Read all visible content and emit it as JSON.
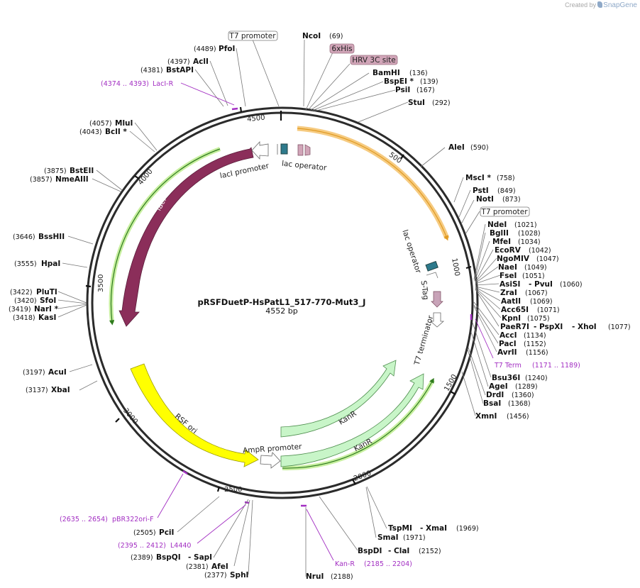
{
  "credit": {
    "text": "Created by",
    "brand": "SnapGene"
  },
  "plasmid": {
    "name": "pRSFDuetP-HsPatL1_517-770-Mut3_J",
    "size": "4552 bp"
  },
  "ticks": [
    "500",
    "1000",
    "1500",
    "2000",
    "2500",
    "3000",
    "3500",
    "4000",
    "4500"
  ],
  "features": {
    "lacI": "lacI",
    "lacI_promoter": "lacI promoter",
    "lac_operator_top": "lac operator",
    "lac_operator_right": "lac operator",
    "s_tag": "S-Tag",
    "t7_terminator": "T7 terminator",
    "kanr_outer": "KanR",
    "kanr_inner": "KanR",
    "ampr_promoter": "AmpR promoter",
    "rsf_ori": "RSF ori"
  },
  "boxed": {
    "t7_promoter_top": "T7 promoter",
    "t7_promoter_right": "T7 promoter",
    "his6": "6xHis",
    "hrv3c": "HRV 3C site"
  },
  "sites": {
    "ncoi": {
      "name": "NcoI",
      "pos": "(69)"
    },
    "bamhi": {
      "name": "BamHI",
      "pos": "(136)"
    },
    "bspei": {
      "name": "BspEI *",
      "pos": "(139)"
    },
    "psii": {
      "name": "PsiI",
      "pos": "(167)"
    },
    "stui": {
      "name": "StuI",
      "pos": "(292)"
    },
    "alei": {
      "name": "AleI",
      "pos": "(590)"
    },
    "msci": {
      "name": "MscI *",
      "pos": "(758)"
    },
    "psti": {
      "name": "PstI",
      "pos": "(849)"
    },
    "noti": {
      "name": "NotI",
      "pos": "(873)"
    },
    "ndei": {
      "name": "NdeI",
      "pos": "(1021)"
    },
    "bglii": {
      "name": "BglII",
      "pos": "(1028)"
    },
    "mfei": {
      "name": "MfeI",
      "pos": "(1034)"
    },
    "ecorv": {
      "name": "EcoRV",
      "pos": "(1042)"
    },
    "ngomiv": {
      "name": "NgoMIV",
      "pos": "(1047)"
    },
    "naei": {
      "name": "NaeI",
      "pos": "(1049)"
    },
    "fsei": {
      "name": "FseI",
      "pos": "(1051)"
    },
    "asisi": {
      "name": "AsiSI",
      "name2": "- PvuI",
      "pos": "(1060)"
    },
    "zrai": {
      "name": "ZraI",
      "pos": "(1067)"
    },
    "aatii": {
      "name": "AatII",
      "pos": "(1069)"
    },
    "acc65i": {
      "name": "Acc65I",
      "pos": "(1071)"
    },
    "kpni": {
      "name": "KpnI",
      "pos": "(1075)"
    },
    "paer7i": {
      "name": "PaeR7I",
      "name2": "- PspXI",
      "name3": "- XhoI",
      "pos": "(1077)"
    },
    "acci": {
      "name": "AccI",
      "pos": "(1134)"
    },
    "paci": {
      "name": "PacI",
      "pos": "(1152)"
    },
    "avrii": {
      "name": "AvrII",
      "pos": "(1156)"
    },
    "bsu36i": {
      "name": "Bsu36I",
      "pos": "(1240)"
    },
    "agei": {
      "name": "AgeI",
      "pos": "(1289)"
    },
    "drdi": {
      "name": "DrdI",
      "pos": "(1360)"
    },
    "bsai": {
      "name": "BsaI",
      "pos": "(1368)"
    },
    "xmni": {
      "name": "XmnI",
      "pos": "(1456)"
    },
    "tspmi": {
      "name": "TspMI",
      "name2": "- XmaI",
      "pos": "(1969)"
    },
    "smai": {
      "name": "SmaI",
      "pos": "(1971)"
    },
    "bspdi": {
      "name": "BspDI",
      "name2": "- ClaI",
      "pos": "(2152)"
    },
    "nrui": {
      "name": "NruI",
      "pos": "(2188)"
    },
    "sphi": {
      "name": "SphI",
      "pos": "(2377)"
    },
    "afei": {
      "name": "AfeI",
      "pos": "(2381)"
    },
    "bspqi": {
      "name": "BspQI",
      "name2": "- SapI",
      "pos": "(2389)"
    },
    "pcii": {
      "name": "PciI",
      "pos": "(2505)"
    },
    "xbai": {
      "name": "XbaI",
      "pos": "(3137)"
    },
    "acui": {
      "name": "AcuI",
      "pos": "(3197)"
    },
    "kasi": {
      "name": "KasI",
      "pos": "(3418)"
    },
    "nari": {
      "name": "NarI *",
      "pos": "(3419)"
    },
    "sfoi": {
      "name": "SfoI",
      "pos": "(3420)"
    },
    "pluti": {
      "name": "PluTI",
      "pos": "(3422)"
    },
    "hpai": {
      "name": "HpaI",
      "pos": "(3555)"
    },
    "bsshii": {
      "name": "BssHII",
      "pos": "(3646)"
    },
    "nmeaiii": {
      "name": "NmeAIII",
      "pos": "(3857)"
    },
    "bsteii": {
      "name": "BstEII",
      "pos": "(3875)"
    },
    "bcli": {
      "name": "BclI *",
      "pos": "(4043)"
    },
    "mlui": {
      "name": "MluI",
      "pos": "(4057)"
    },
    "bstapi": {
      "name": "BstAPI",
      "pos": "(4381)"
    },
    "acli": {
      "name": "AclI",
      "pos": "(4397)"
    },
    "pfoi": {
      "name": "PfoI",
      "pos": "(4489)"
    }
  },
  "primers": {
    "laci_r": {
      "range": "(4374 .. 4393)",
      "name": "LacI-R"
    },
    "t7_term": {
      "name": "T7 Term",
      "range": "(1171 .. 1189)"
    },
    "kan_r": {
      "name": "Kan-R",
      "range": "(2185 .. 2204)"
    },
    "pbr322": {
      "range": "(2635 .. 2654)",
      "name": "pBR322ori-F"
    },
    "l4440": {
      "range": "(2395 .. 2412)",
      "name": "L4440"
    }
  },
  "colors": {
    "backbone": "#2b2b2b",
    "laci": "#8b2e5a",
    "rsf_ori": "#ffff00",
    "kanr": "#c8f5c8",
    "orf_highlight": "#f5c26b",
    "lac_operator": "#2e7a8c",
    "his_tag": "#d1a5b8",
    "primer": "#a22ec2",
    "orf_track": "#6ab04c"
  }
}
